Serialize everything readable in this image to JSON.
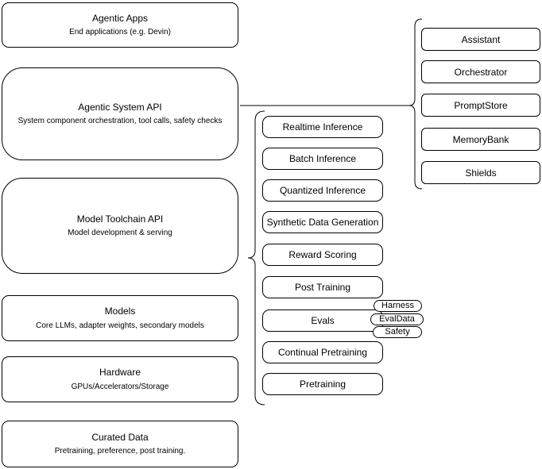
{
  "diagram": {
    "colors": {
      "background": "#ffffff",
      "stroke": "#000000",
      "text": "#000000"
    },
    "left_stack": [
      {
        "title": "Agentic Apps",
        "subtitle": "End applications (e.g. Devin)"
      },
      {
        "title": "Agentic System API",
        "subtitle": "System component orchestration, tool calls, safety checks"
      },
      {
        "title": "Model Toolchain API",
        "subtitle": "Model development & serving"
      },
      {
        "title": "Models",
        "subtitle": "Core LLMs, adapter weights, secondary models"
      },
      {
        "title": "Hardware",
        "subtitle": "GPUs/Accelerators/Storage"
      },
      {
        "title": "Curated Data",
        "subtitle": "Pretraining, preference, post training."
      }
    ],
    "toolchain_services": [
      "Realtime Inference",
      "Batch Inference",
      "Quantized Inference",
      "Synthetic Data Generation",
      "Reward Scoring",
      "Post Training",
      "Evals",
      "Continual Pretraining",
      "Pretraining"
    ],
    "evals_components": [
      "Harness",
      "EvalData",
      "Safety"
    ],
    "system_components": [
      "Assistant",
      "Orchestrator",
      "PromptStore",
      "MemoryBank",
      "Shields"
    ]
  }
}
